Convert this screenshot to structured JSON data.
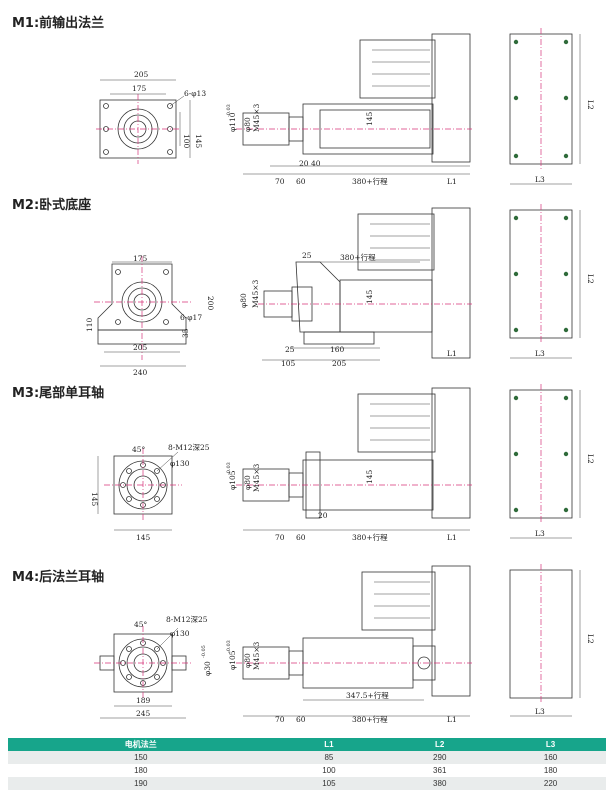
{
  "sections": {
    "m1": {
      "title": "M1:前输出法兰"
    },
    "m2": {
      "title": "M2:卧式底座"
    },
    "m3": {
      "title": "M3:尾部单耳轴"
    },
    "m4": {
      "title": "M4:后法兰耳轴"
    }
  },
  "dims": {
    "m1": {
      "w205": "205",
      "w175": "175",
      "holes": "6-φ13",
      "h100": "100",
      "h145": "145",
      "phi110": "φ110",
      "phi110_tol": "-0.03",
      "phi80": "φ80",
      "thread": "M45×3",
      "l145": "145",
      "d20": "20",
      "d40": "40",
      "d70": "70",
      "d60": "60",
      "stroke": "380+行程",
      "L1": "L1",
      "L2": "L2",
      "L3": "L3"
    },
    "m2": {
      "w175": "175",
      "holes": "6-φ17",
      "h200": "200",
      "h110": "110",
      "d35": "35",
      "w205": "205",
      "w240": "240",
      "d25a": "25",
      "stroke": "380+行程",
      "phi80": "φ80",
      "thread": "M45×3",
      "l145": "145",
      "d25b": "25",
      "d160": "160",
      "d105": "105",
      "d205b": "205",
      "L1": "L1",
      "L2": "L2",
      "L3": "L3"
    },
    "m3": {
      "angle": "45°",
      "holes": "8-M12深25",
      "phi130": "φ130",
      "h145": "145",
      "w145": "145",
      "phi105": "φ105",
      "phi105_tol": "-0.03",
      "phi80": "φ80",
      "thread": "M45×3",
      "l145": "145",
      "d20": "20",
      "d70": "70",
      "d60": "60",
      "stroke": "380+行程",
      "L1": "L1",
      "L2": "L2",
      "L3": "L3"
    },
    "m4": {
      "angle": "45°",
      "holes": "8-M12深25",
      "phi130": "φ130",
      "w189": "189",
      "w245": "245",
      "phi30": "φ30",
      "phi30_tol": "-0.05",
      "phi105": "φ105",
      "phi105_tol": "-0.03",
      "phi80": "φ80",
      "thread": "M45×3",
      "stroke347": "347.5+行程",
      "d70": "70",
      "d60": "60",
      "stroke": "380+行程",
      "L1": "L1",
      "L2": "L2",
      "L3": "L3"
    }
  },
  "table": {
    "headers": [
      "电机法兰",
      "L1",
      "L2",
      "L3"
    ],
    "rows": [
      [
        "150",
        "85",
        "290",
        "160"
      ],
      [
        "180",
        "100",
        "361",
        "180"
      ],
      [
        "190",
        "105",
        "380",
        "220"
      ]
    ]
  }
}
